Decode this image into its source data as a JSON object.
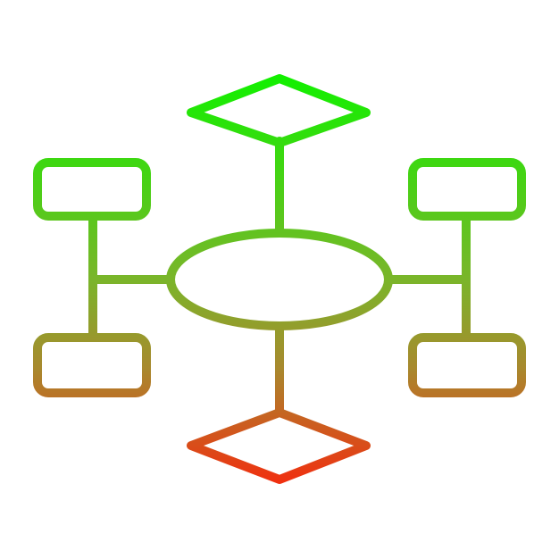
{
  "icon": {
    "name": "flowchart-network-icon",
    "shapes": [
      "diamond-top",
      "ellipse-center",
      "rect-top-left",
      "rect-bottom-left",
      "rect-top-right",
      "rect-bottom-right",
      "diamond-bottom"
    ]
  },
  "colors": {
    "background": "#ffffff",
    "gradient_top": "#12f000",
    "gradient_middle": "#7ab52a",
    "gradient_lower": "#a8892e",
    "gradient_bottom": "#f03010"
  }
}
